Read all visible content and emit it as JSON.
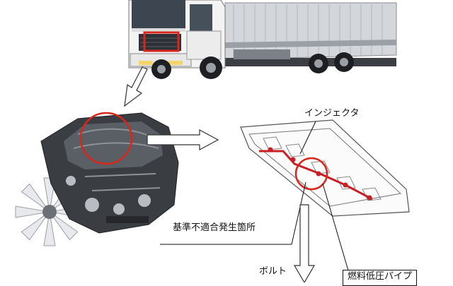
{
  "labels": {
    "injector": "インジェクタ",
    "defect_location": "基準不適合発生箇所",
    "bolt": "ボルト",
    "fuel_pipe": "燃料低圧パイプ"
  },
  "colors": {
    "highlight_red": "#d9261c",
    "truck_cab": "#f2f2f2",
    "truck_body": "#c9ccd0",
    "engine_dark": "#3a3d42",
    "fuel_rail_red": "#c62026"
  },
  "icons": {
    "truck": "truck-illustration",
    "engine": "engine-photo",
    "cylinder_head": "cylinder-head-line-drawing",
    "fan": "cooling-fan"
  }
}
